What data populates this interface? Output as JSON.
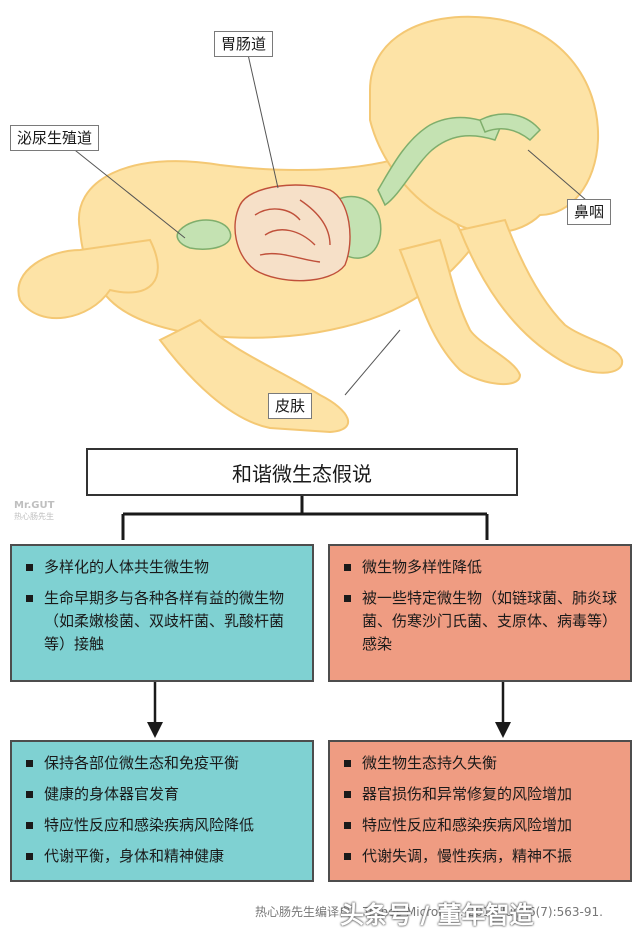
{
  "labels": {
    "gi": "胃肠道",
    "uro": "泌尿生殖道",
    "nasopharynx": "鼻咽",
    "skin": "皮肤"
  },
  "title": "和谐微生态假说",
  "watermark_logo": "Mr.GUT",
  "watermark_logo_sub": "热心肠先生",
  "left_top": {
    "items": [
      "多样化的人体共生微生物",
      "生命早期多与各种各样有益的微生物（如柔嫩梭菌、双歧杆菌、乳酸杆菌等）接触"
    ]
  },
  "right_top": {
    "items": [
      "微生物多样性降低",
      "被一些特定微生物（如链球菌、肺炎球菌、伤寒沙门氏菌、支原体、病毒等）感染"
    ]
  },
  "left_bottom": {
    "items": [
      "保持各部位微生态和免疫平衡",
      "健康的身体器官发育",
      "特应性反应和感染疾病风险降低",
      "代谢平衡，身体和精神健康"
    ]
  },
  "right_bottom": {
    "items": [
      "微生物生态持久失衡",
      "器官损伤和异常修复的风险增加",
      "特应性反应和感染疾病风险增加",
      "代谢失调，慢性疾病，精神不振"
    ]
  },
  "footer": {
    "credit": "热心肠先生编译自：Trends Microbiol. 2018 Jul;26(7):563-91.",
    "watermark": "头条号 / 董年智造"
  },
  "colors": {
    "skin": "#fde3a6",
    "skin_outline": "#f4c874",
    "organ": "#c4e2b2",
    "teal": "#7fd1d2",
    "salmon": "#ef9c82"
  }
}
